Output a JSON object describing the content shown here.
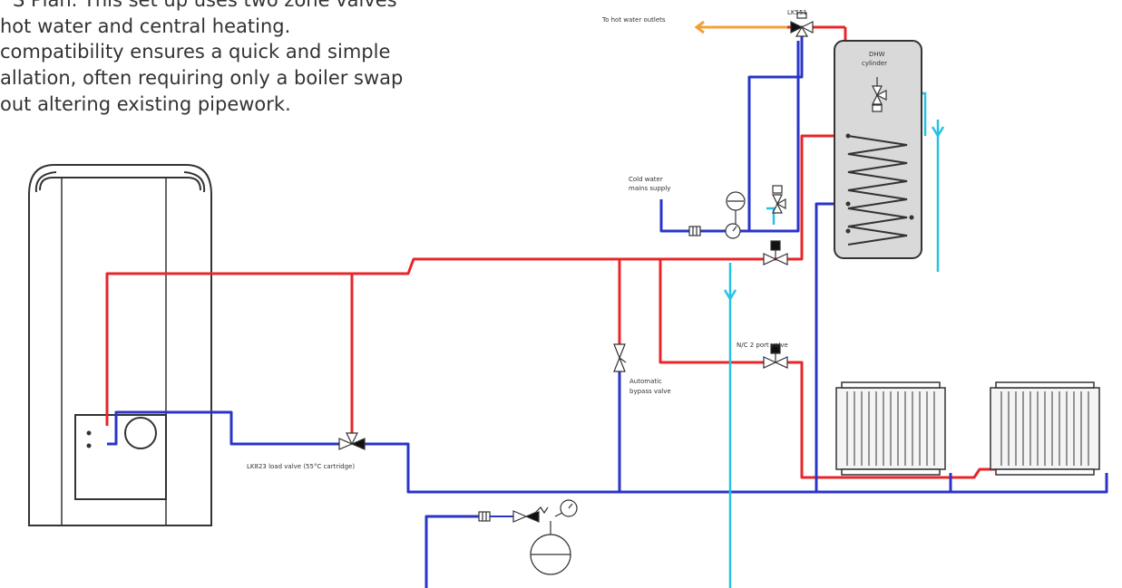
{
  "intro": {
    "line1": "S Plan. This set up uses two zone valves",
    "line2": "hot water and central heating.",
    "line3": "compatibility ensures a quick and simple",
    "line4": "allation, often requiring only a boiler swap",
    "line5": "out altering existing pipework."
  },
  "labels": {
    "hot_outlets": "To hot water outlets",
    "lk551": "LK551",
    "dhw_line1": "DHW",
    "dhw_line2": "cylinder",
    "cold_mains_line1": "Cold water",
    "cold_mains_line2": "mains supply",
    "nc_valve": "N/C 2 port valve",
    "bypass_line1": "Automatic",
    "bypass_line2": "bypass valve",
    "load_valve": "LK823 load valve (55°C cartridge)"
  },
  "colors": {
    "flow": "#e8262a",
    "return": "#2a35c8",
    "cold": "#27c1e6",
    "hot_outlet": "#f2a13a",
    "outline": "#333333"
  }
}
